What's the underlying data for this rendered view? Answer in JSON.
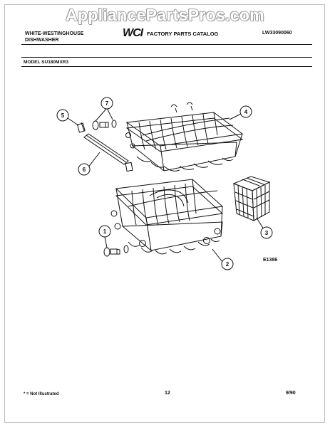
{
  "watermark": "AppliancePartsPros.com",
  "header": {
    "brand_line1": "WHITE-WESTINGHOUSE",
    "brand_line2": "DISHWASHER",
    "logo": "WCI",
    "catalog": "FACTORY PARTS CATALOG",
    "doc_number": "LW33090060"
  },
  "model": "MODEL SU180MXR3",
  "figure_code": "E1386",
  "callouts": [
    "1",
    "2",
    "3",
    "4",
    "5",
    "6",
    "7"
  ],
  "footer": {
    "note": "* = Not Illustrated",
    "page": "12",
    "date": "9/90"
  },
  "colors": {
    "ink": "#111111",
    "watermark_outline": "#9a9a9a"
  }
}
